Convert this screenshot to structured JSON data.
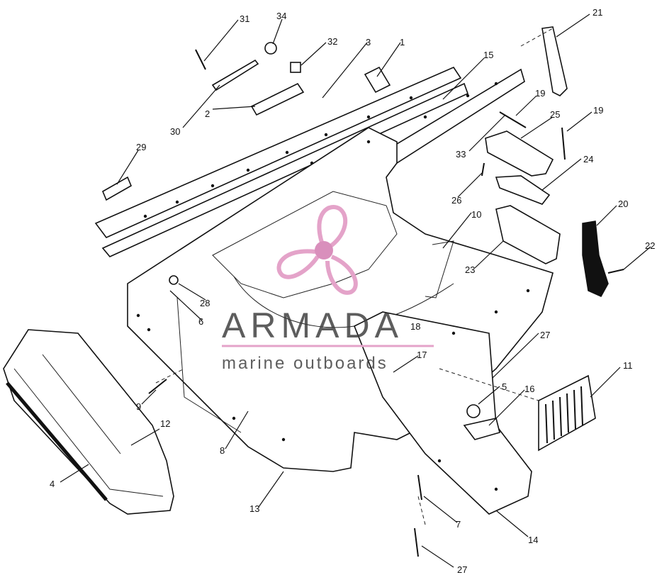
{
  "watermark": {
    "brand": "ARMADA",
    "tagline": "marine outboards",
    "colors": {
      "logo": "#e4a3c9",
      "logo_center": "#d98fbc",
      "text": "#3a3a3a"
    }
  },
  "callouts": [
    "31",
    "34",
    "32",
    "3",
    "1",
    "21",
    "15",
    "19",
    "19",
    "30",
    "2",
    "33",
    "25",
    "29",
    "26",
    "24",
    "10",
    "20",
    "22",
    "23",
    "28",
    "6",
    "18",
    "27",
    "17",
    "5",
    "16",
    "11",
    "12",
    "9",
    "8",
    "4",
    "13",
    "7",
    "14",
    "27"
  ]
}
